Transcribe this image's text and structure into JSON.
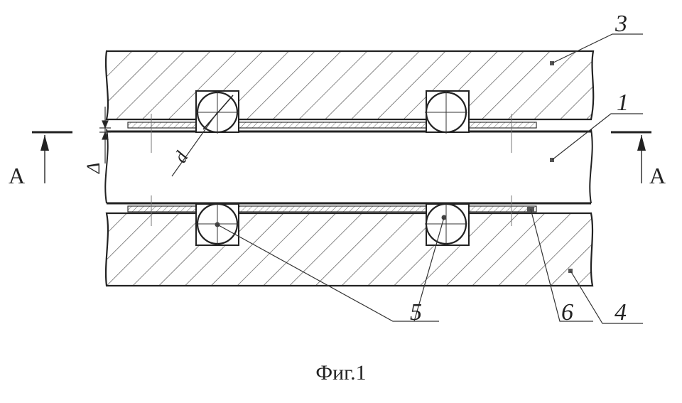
{
  "figure": {
    "caption": "Фиг.1",
    "section_label": "A",
    "part_labels": [
      "1",
      "3",
      "4",
      "5",
      "6"
    ],
    "dimension_labels": {
      "diameter": "d",
      "gap": "Δ"
    }
  }
}
